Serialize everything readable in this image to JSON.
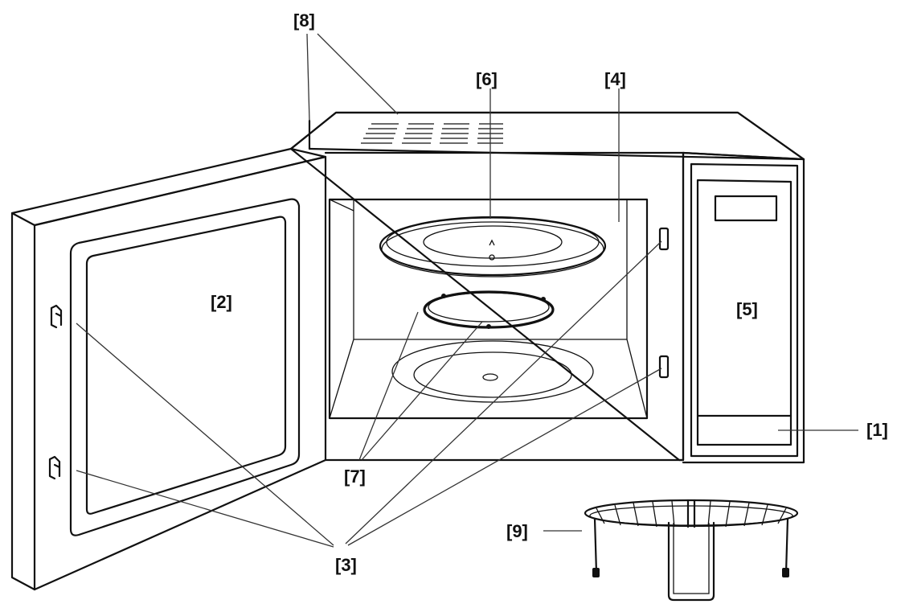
{
  "labels": {
    "l1": "[1]",
    "l2": "[2]",
    "l3": "[3]",
    "l4": "[4]",
    "l5": "[5]",
    "l6": "[6]",
    "l7": "[7]",
    "l8": "[8]",
    "l9": "[9]"
  }
}
